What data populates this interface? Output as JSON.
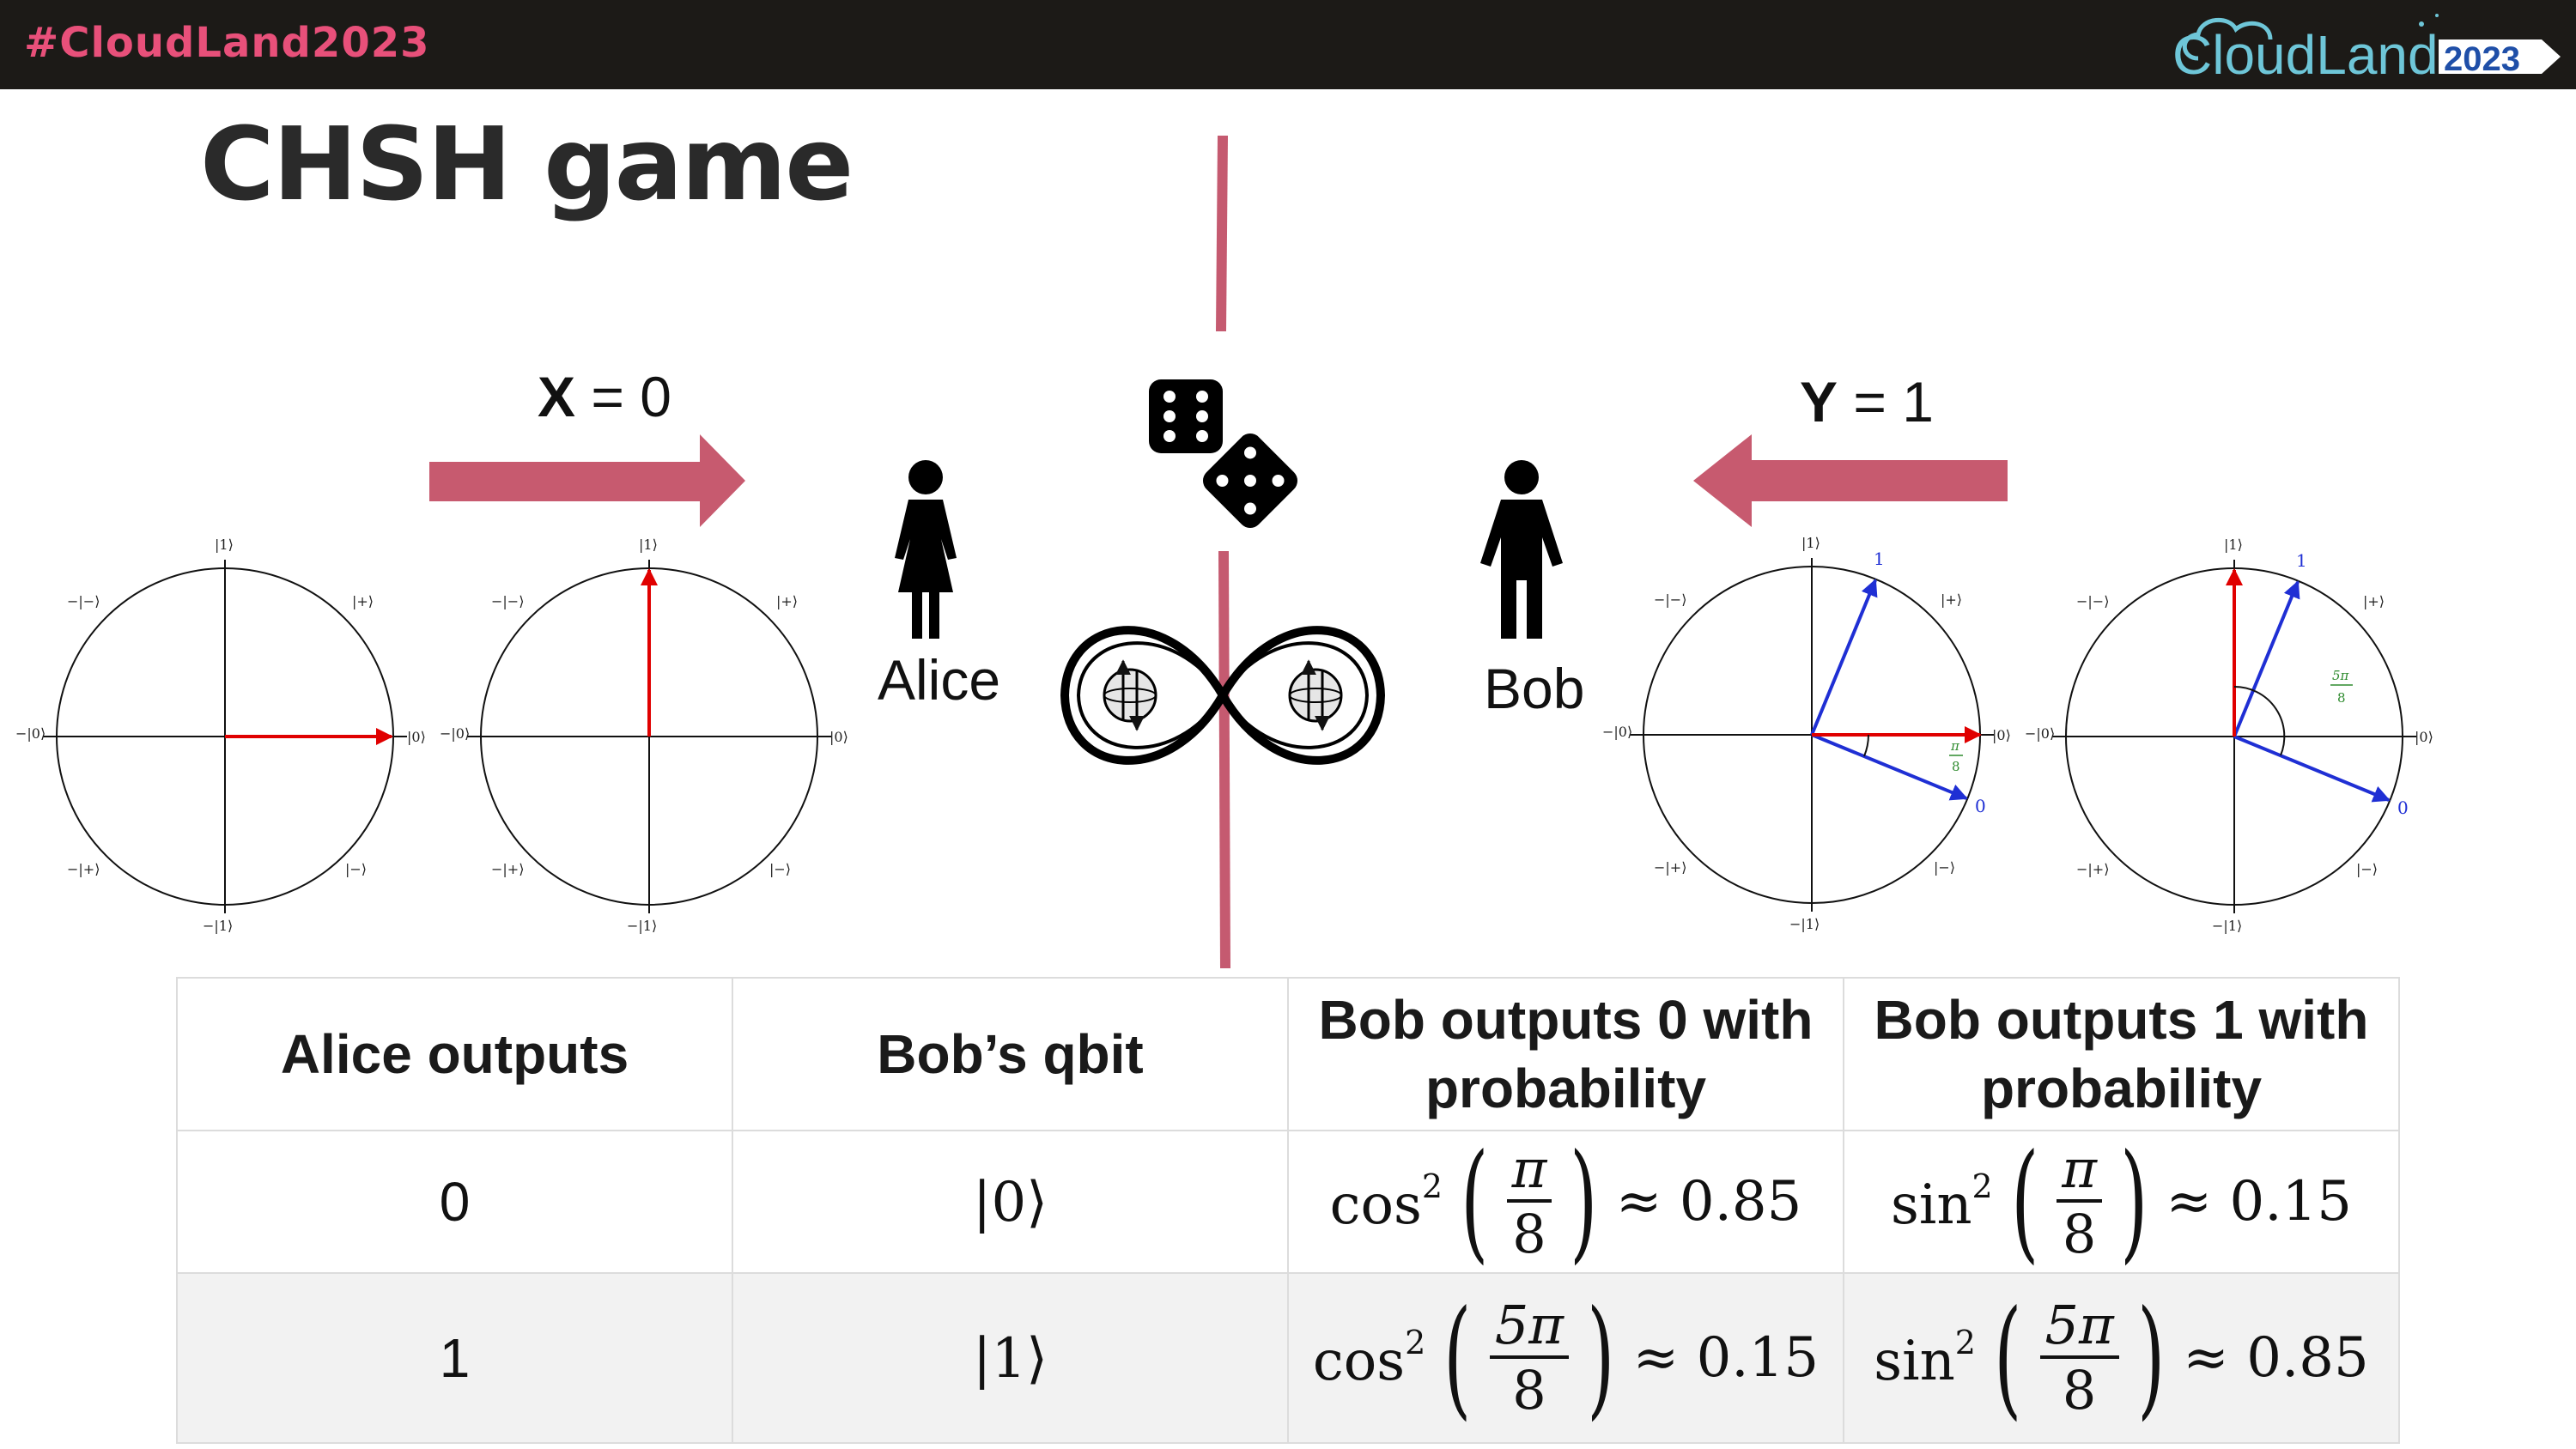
{
  "header": {
    "hashtag": "#CloudLand2023",
    "logo_text": "CloudLand",
    "logo_year": "2023"
  },
  "title": "CHSH game",
  "alice": {
    "name": "Alice",
    "input_var": "X",
    "input_value": " = 0"
  },
  "bob": {
    "name": "Bob",
    "input_var": "Y",
    "input_value": " = 1"
  },
  "circle_labels": {
    "ket1": "|1⟩",
    "neg_ket1": "−|1⟩",
    "ket0": "|0⟩",
    "neg_ket0": "−|0⟩",
    "plus": "|+⟩",
    "neg_plus": "−|+⟩",
    "minus": "|−⟩",
    "neg_minus": "−|−⟩"
  },
  "bob_basis": {
    "out1": "1",
    "out0": "0",
    "angle_pi": "π",
    "angle_8": "8",
    "angle_5pi": "5π"
  },
  "table": {
    "headers": [
      "Alice outputs",
      "Bob’s qbit",
      "Bob outputs 0 with probability",
      "Bob outputs 1 with probability"
    ],
    "rows": [
      {
        "alice": "0",
        "qbit": "|0⟩",
        "p0_func": "cos",
        "p0_num": "π",
        "p0_den": "8",
        "p0_val": "≈ 0.85",
        "p1_func": "sin",
        "p1_num": "π",
        "p1_den": "8",
        "p1_val": "≈ 0.15"
      },
      {
        "alice": "1",
        "qbit": "|1⟩",
        "p0_func": "cos",
        "p0_num": "5π",
        "p0_den": "8",
        "p0_val": "≈ 0.15",
        "p1_func": "sin",
        "p1_num": "5π",
        "p1_den": "8",
        "p1_val": "≈ 0.85"
      }
    ],
    "exponent": "2"
  },
  "colors": {
    "accent": "#e8507a",
    "arrow": "#c75a6f",
    "divider": "#c55a70",
    "red_vector": "#e00000",
    "blue_vector": "#1f2fd4",
    "angle_green": "#2e8b2e"
  }
}
